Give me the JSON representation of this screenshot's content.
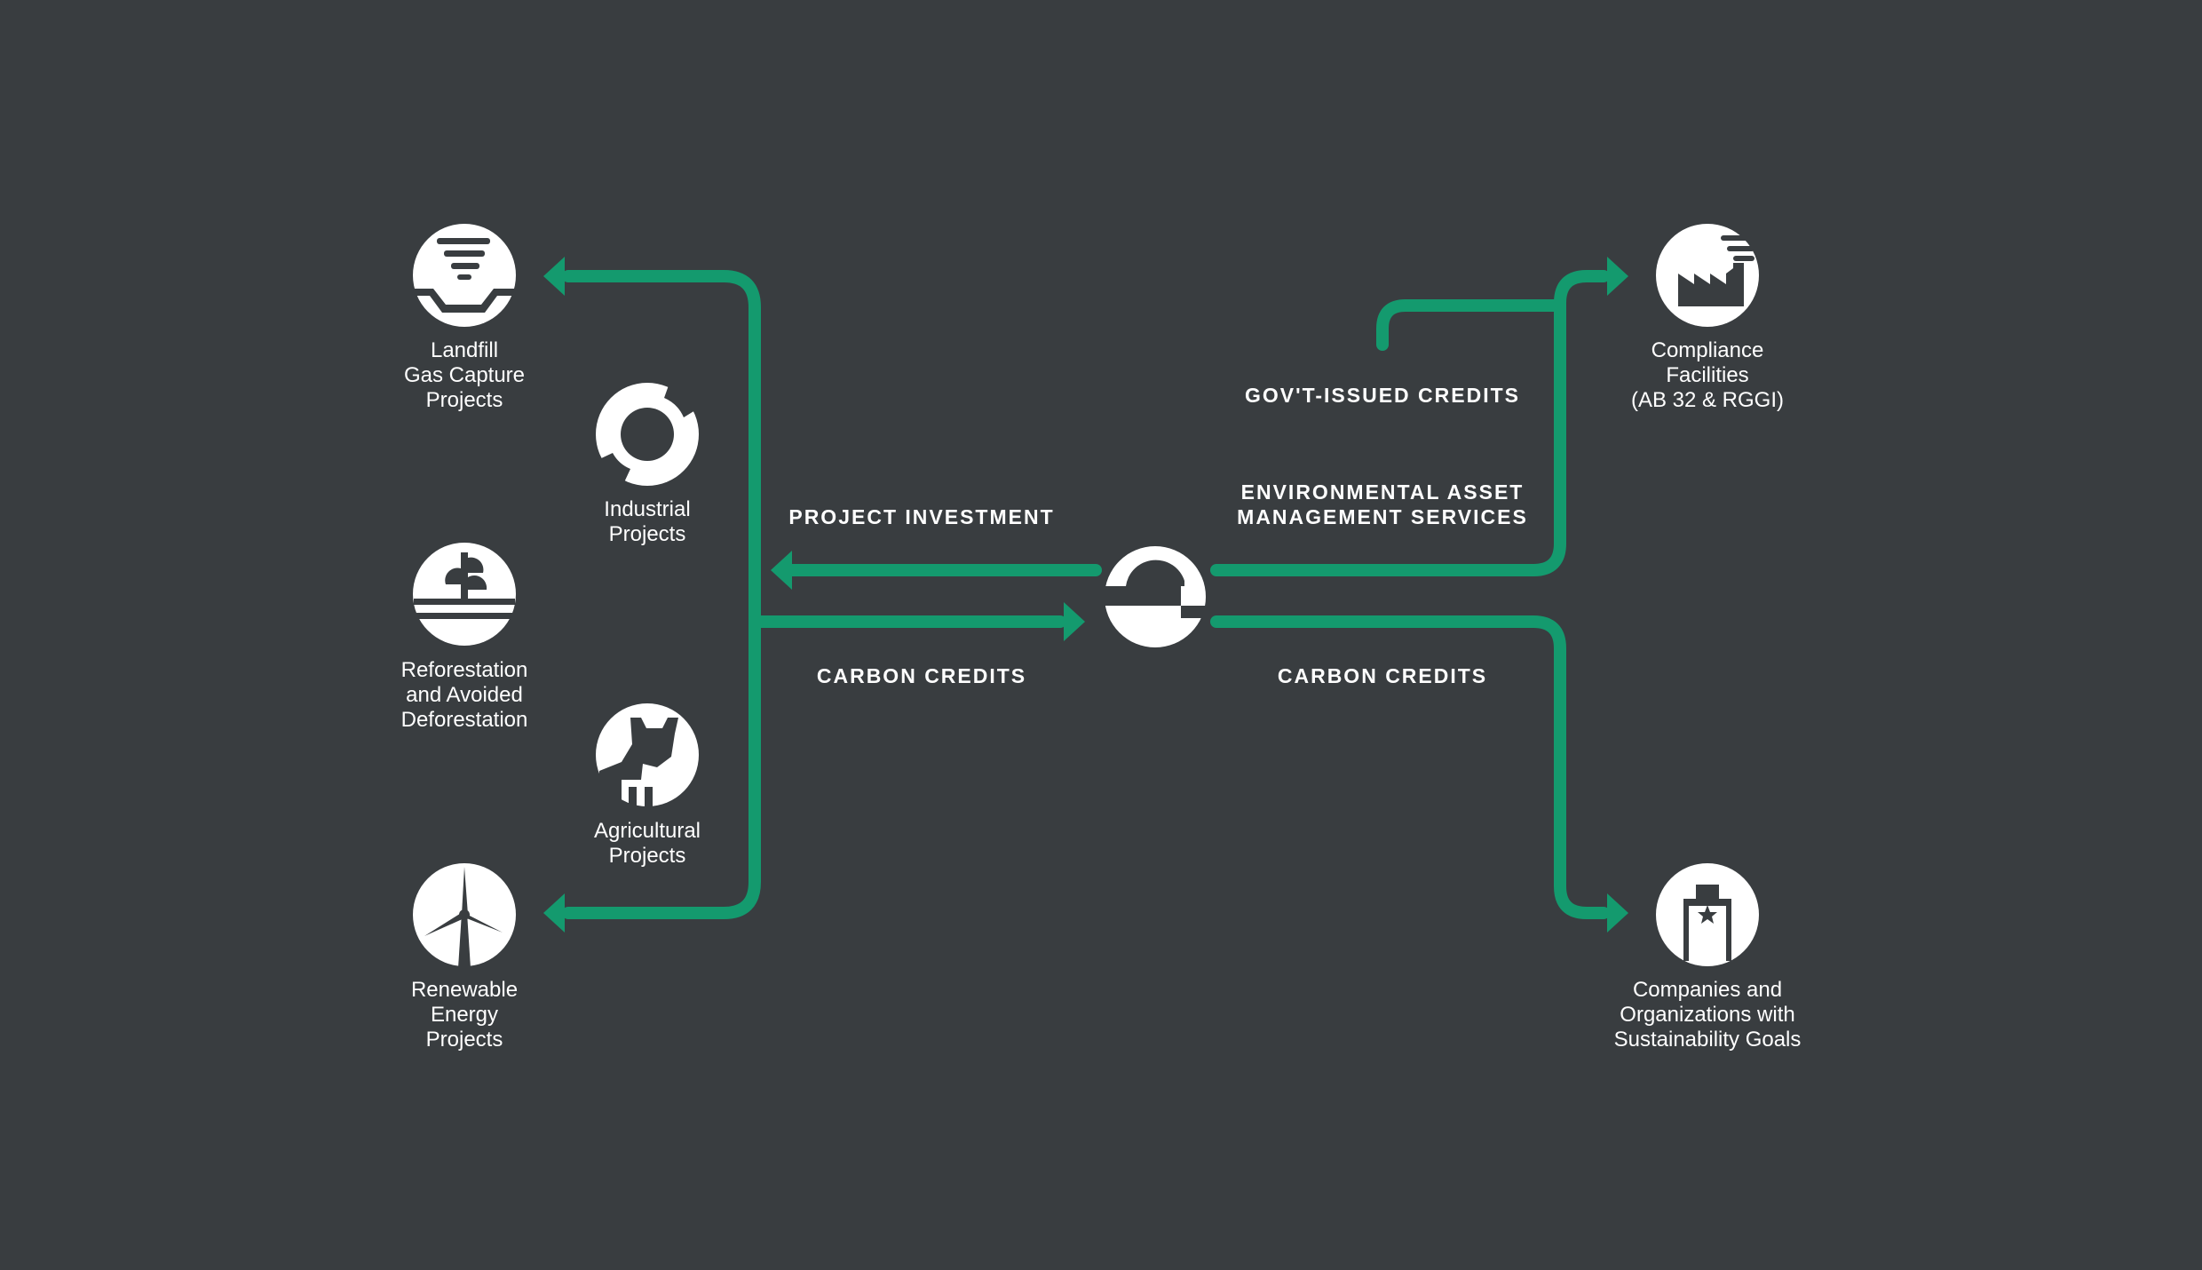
{
  "colors": {
    "background": "#393d40",
    "flow": "#149a6e",
    "icon": "#ffffff",
    "text": "#ffffff"
  },
  "nodes": {
    "landfill": {
      "icon": "landfill-gas-icon",
      "lines": [
        "Landfill",
        "Gas Capture",
        "Projects"
      ]
    },
    "industrial": {
      "icon": "gear-icon",
      "lines": [
        "Industrial",
        "Projects"
      ]
    },
    "reforestation": {
      "icon": "plant-icon",
      "lines": [
        "Reforestation",
        "and Avoided",
        "Deforestation"
      ]
    },
    "agricultural": {
      "icon": "cow-icon",
      "lines": [
        "Agricultural",
        "Projects"
      ]
    },
    "renewable": {
      "icon": "wind-turbine-icon",
      "lines": [
        "Renewable",
        "Energy",
        "Projects"
      ]
    },
    "compliance": {
      "icon": "factory-icon",
      "lines": [
        "Compliance",
        "Facilities",
        "(AB 32 & RGGI)"
      ]
    },
    "companies": {
      "icon": "office-building-icon",
      "lines": [
        "Companies and",
        "Organizations with",
        "Sustainability Goals"
      ]
    },
    "hub": {
      "icon": "e-logo-icon"
    }
  },
  "flows": {
    "project_investment": [
      "PROJECT INVESTMENT"
    ],
    "carbon_credits_left": [
      "CARBON CREDITS"
    ],
    "govt_credits": [
      "GOV'T-ISSUED CREDITS"
    ],
    "eams": [
      "ENVIRONMENTAL ASSET",
      "MANAGEMENT SERVICES"
    ],
    "carbon_credits_right": [
      "CARBON CREDITS"
    ]
  }
}
